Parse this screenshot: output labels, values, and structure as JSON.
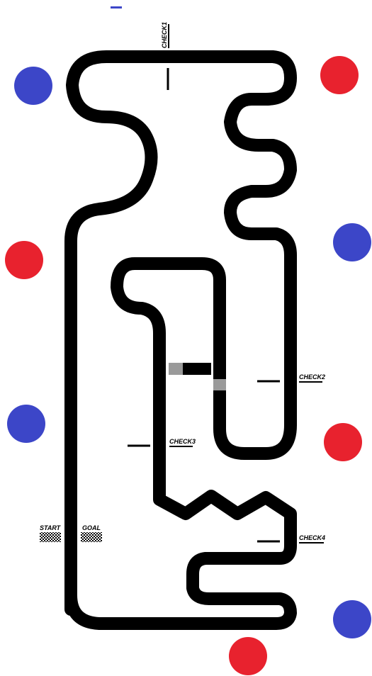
{
  "colors": {
    "background": "#ffffff",
    "track": "#000000",
    "red_marker": "#e8222e",
    "blue_marker": "#3c46c8",
    "gray_block": "#9a9a9a"
  },
  "track": {
    "checkpoints": [
      {
        "id": "check1",
        "label": "CHECK1"
      },
      {
        "id": "check2",
        "label": "CHECK2"
      },
      {
        "id": "check3",
        "label": "CHECK3"
      },
      {
        "id": "check4",
        "label": "CHECK4"
      }
    ],
    "start": {
      "label": "START"
    },
    "goal": {
      "label": "GOAL"
    }
  },
  "markers": [
    {
      "id": "blue-1",
      "color": "blue"
    },
    {
      "id": "red-1",
      "color": "red"
    },
    {
      "id": "red-2",
      "color": "red"
    },
    {
      "id": "blue-2",
      "color": "blue"
    },
    {
      "id": "blue-3",
      "color": "blue"
    },
    {
      "id": "red-3",
      "color": "red"
    },
    {
      "id": "blue-4",
      "color": "blue"
    },
    {
      "id": "red-4",
      "color": "red"
    }
  ]
}
